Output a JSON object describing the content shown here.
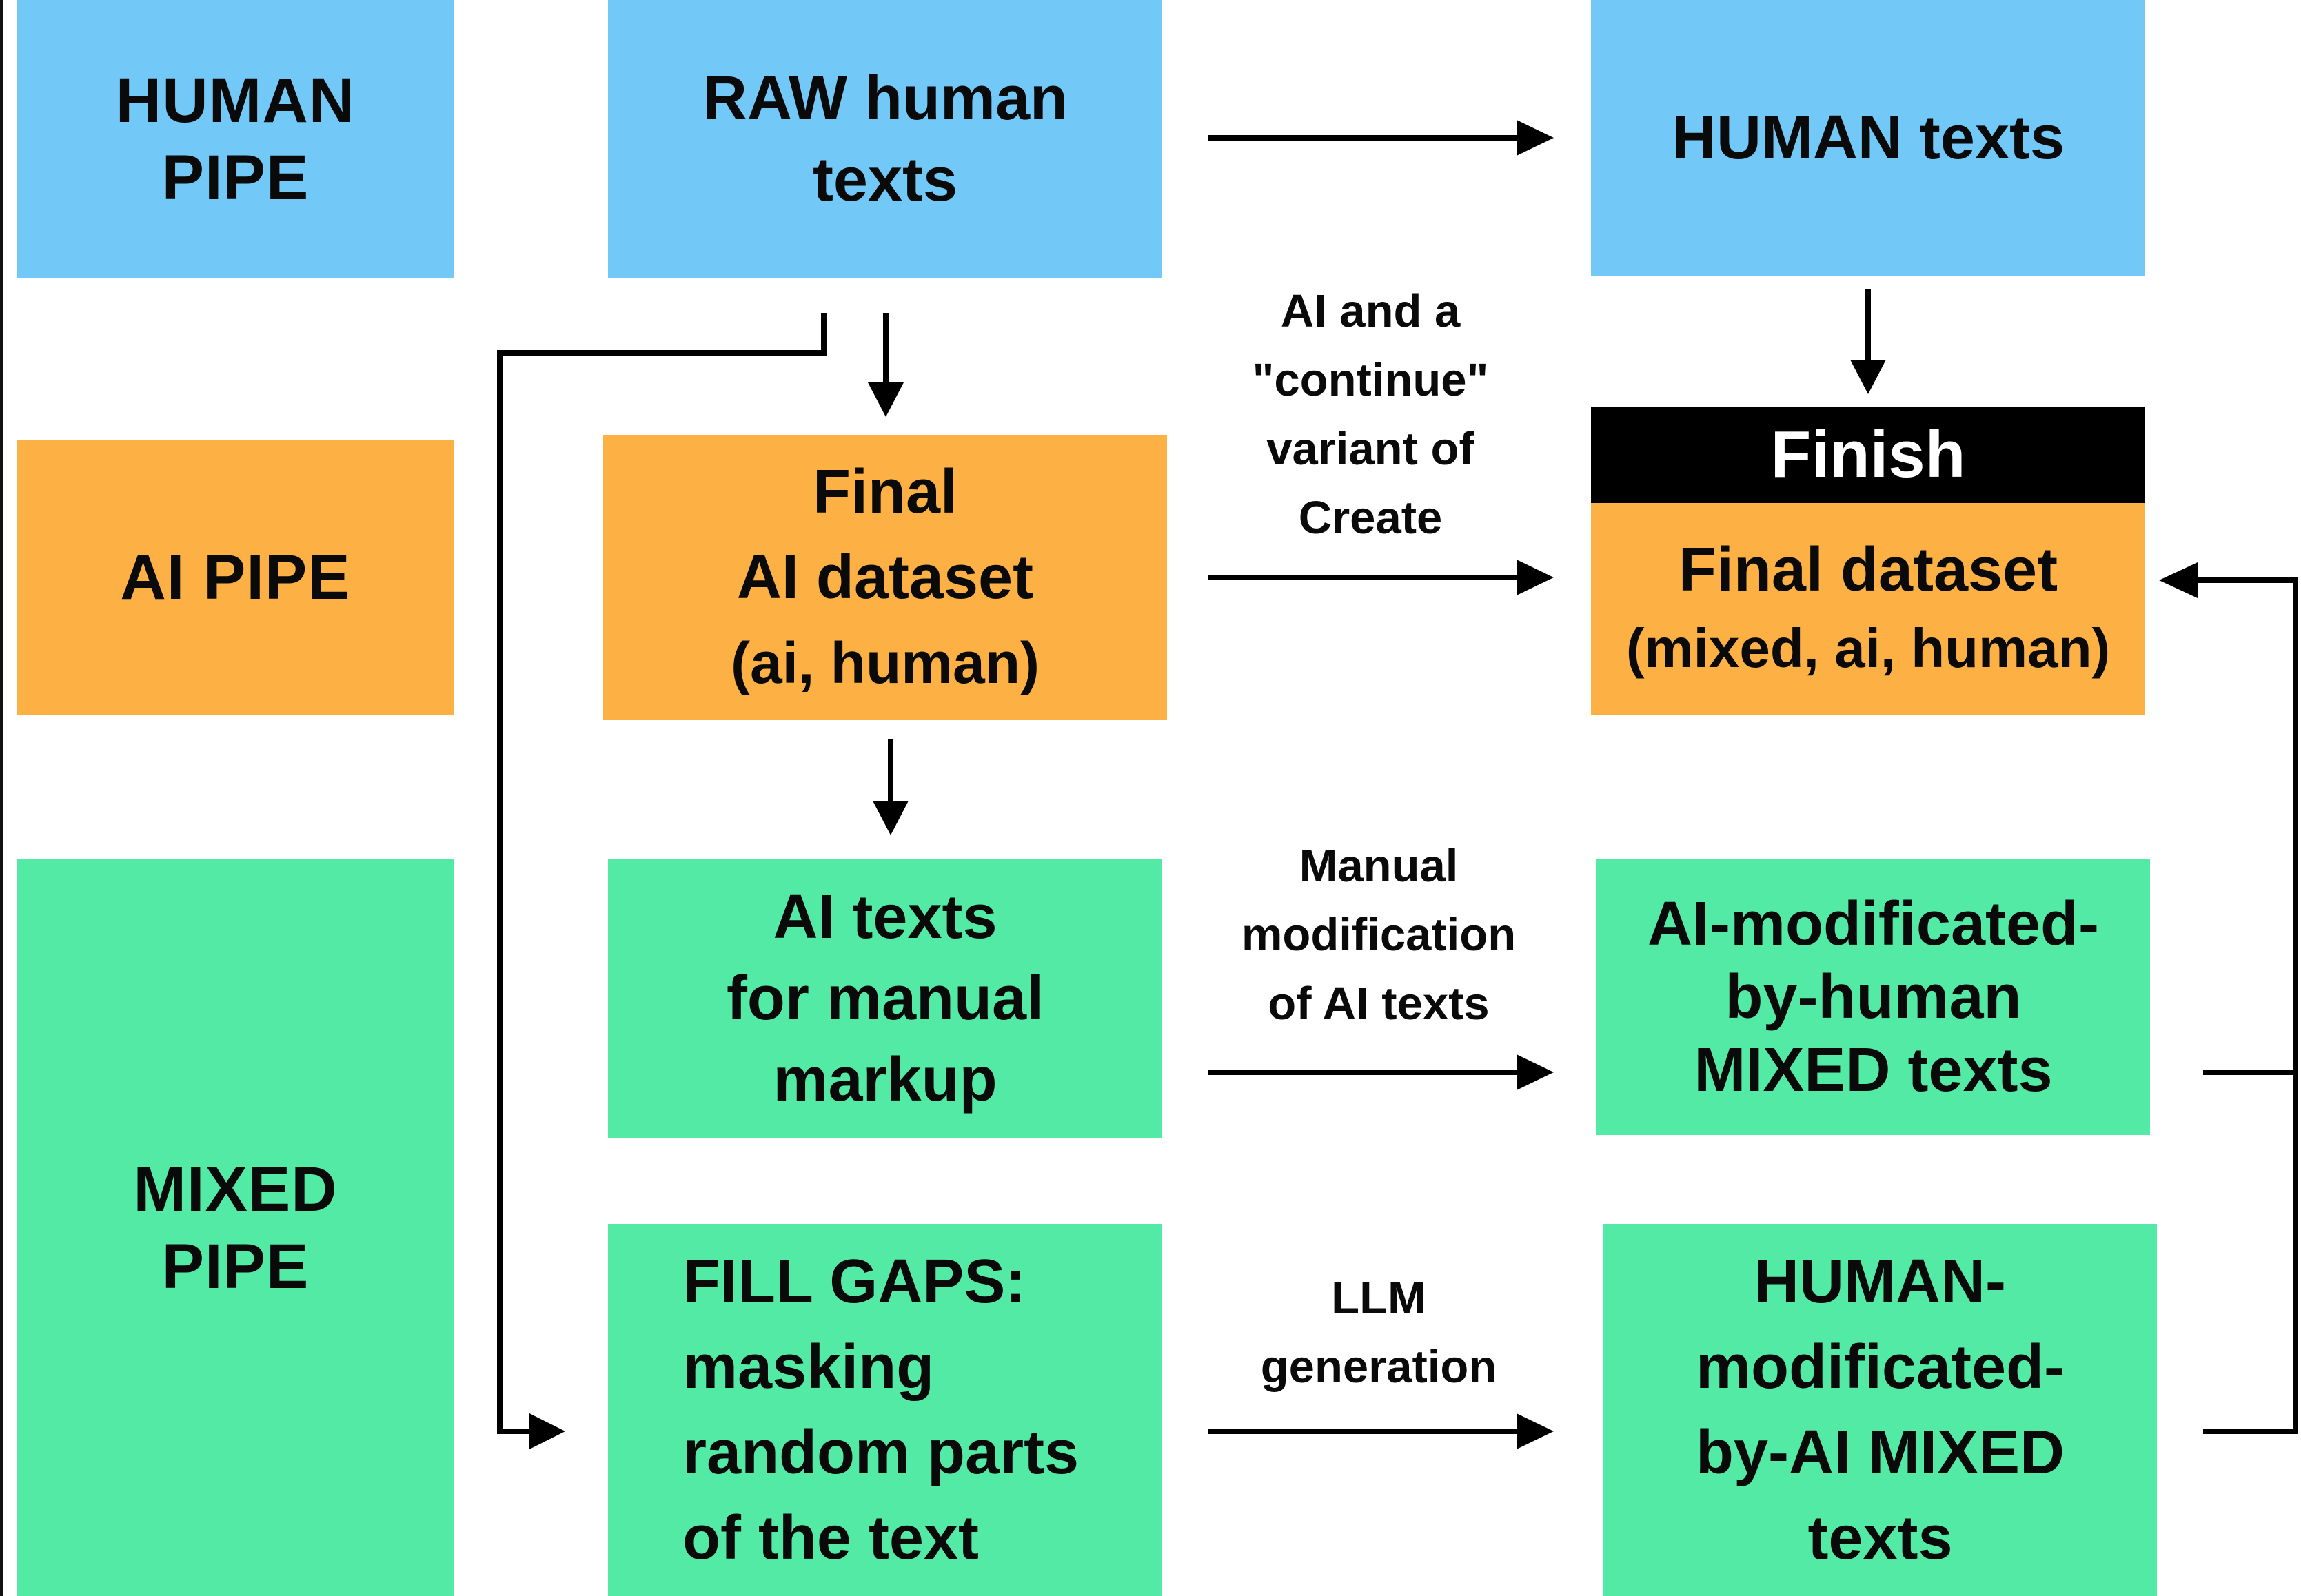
{
  "pipes": {
    "human": {
      "lines": [
        "HUMAN",
        "PIPE"
      ]
    },
    "ai": {
      "lines": [
        "AI PIPE"
      ]
    },
    "mixed": {
      "lines": [
        "MIXED",
        "PIPE"
      ]
    }
  },
  "nodes": {
    "raw_human": {
      "lines": [
        "RAW human",
        "texts"
      ]
    },
    "human_texts": {
      "lines": [
        "HUMAN texts"
      ]
    },
    "final_ai": {
      "lines": [
        "Final",
        "AI dataset",
        "(ai, human)"
      ]
    },
    "finish_header": "Finish",
    "final_dataset": {
      "lines": [
        "Final dataset",
        "(mixed, ai, human)"
      ]
    },
    "ai_manual": {
      "lines": [
        "AI texts",
        "for manual",
        "markup"
      ]
    },
    "ai_mod_human": {
      "lines": [
        "AI-modificated-",
        "by-human",
        "MIXED texts"
      ]
    },
    "fill_gaps": {
      "lines": [
        "FILL GAPS:",
        "masking",
        "random parts",
        "of the text"
      ]
    },
    "human_mod_ai": {
      "lines": [
        "HUMAN-",
        "modificated-",
        "by-AI MIXED",
        "texts"
      ]
    }
  },
  "edge_labels": {
    "continue": {
      "lines": [
        "AI and a",
        "\"continue\"",
        "variant of",
        "Create"
      ]
    },
    "manual": {
      "lines": [
        "Manual",
        "modification",
        "of AI texts"
      ]
    },
    "llm": {
      "lines": [
        "LLM",
        "generation"
      ]
    }
  },
  "colors": {
    "human": "#72c8f6",
    "ai": "#fdb145",
    "mixed": "#53eaa5",
    "finish": "#000000",
    "text": "#0a0a0a"
  }
}
